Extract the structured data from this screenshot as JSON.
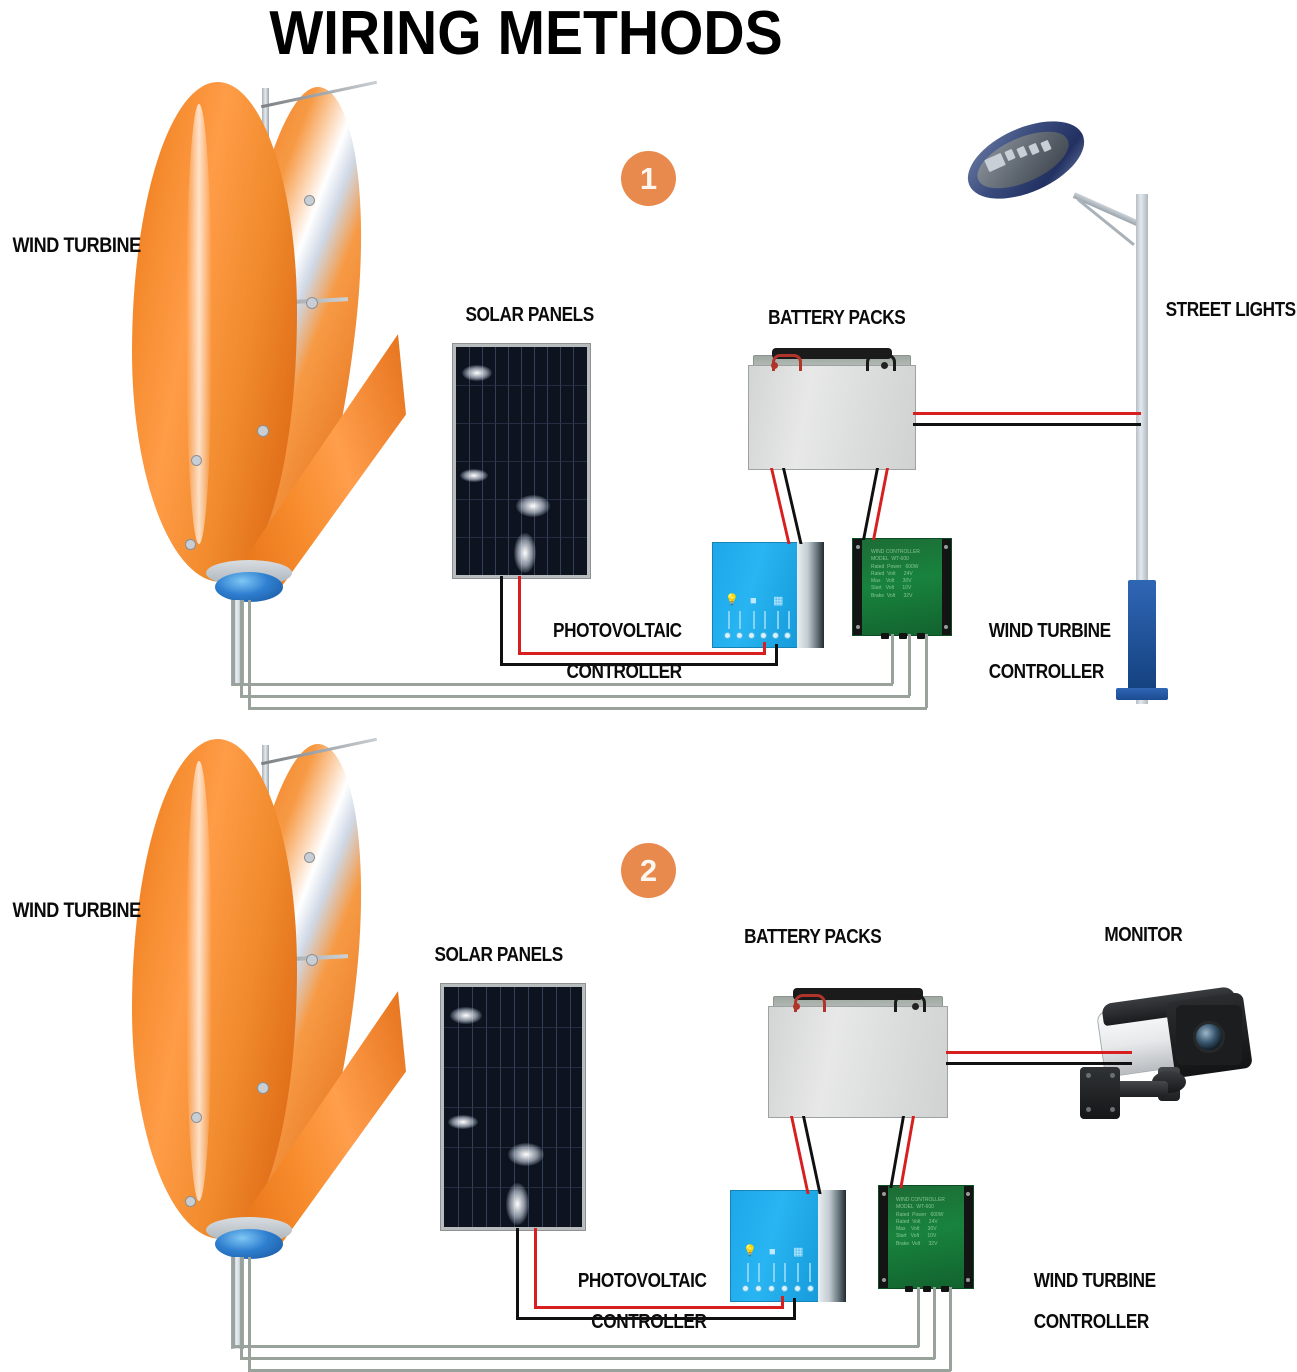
{
  "page": {
    "title": "WIRING METHODS",
    "background_color": "#ffffff",
    "accent_color": "#e8894e",
    "label_color": "#0b0b0b",
    "wire_colors": {
      "positive": "#d81f1f",
      "negative": "#101010",
      "ac_phase": "#9aa29c"
    }
  },
  "diagrams": [
    {
      "badge": "1",
      "labels": {
        "wind_turbine": "WIND TURBINE",
        "solar_panels": "SOLAR PANELS",
        "battery_packs": "BATTERY PACKS",
        "photovoltaic_controller_line1": "PHOTOVOLTAIC",
        "photovoltaic_controller_line2": "CONTROLLER",
        "wind_turbine_controller_line1": "WIND TURBINE",
        "wind_turbine_controller_line2": "CONTROLLER",
        "load": "STREET LIGHTS"
      },
      "load_type": "street-light"
    },
    {
      "badge": "2",
      "labels": {
        "wind_turbine": "WIND TURBINE",
        "solar_panels": "SOLAR PANELS",
        "battery_packs": "BATTERY PACKS",
        "photovoltaic_controller_line1": "PHOTOVOLTAIC",
        "photovoltaic_controller_line2": "CONTROLLER",
        "wind_turbine_controller_line1": "WIND TURBINE",
        "wind_turbine_controller_line2": "CONTROLLER",
        "load": "MONITOR"
      },
      "load_type": "cctv-camera"
    }
  ],
  "controller_markings": {
    "wind_controller_text": "WIND CONTROLLER\nMODEL  WT-600\nRated  Power   600W\nRated  Volt      24V\nMax    Volt      30V\nStart   Volt      10V\nBrake  Volt      32V"
  }
}
